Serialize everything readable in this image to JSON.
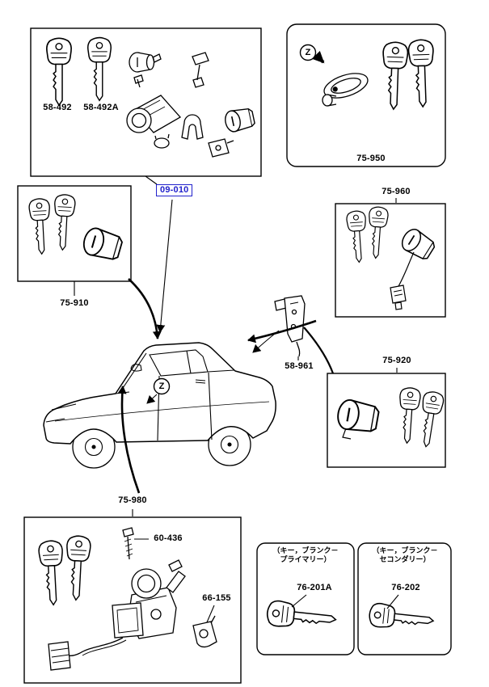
{
  "page": {
    "background": "#ffffff",
    "highlight_color": "#2222cc",
    "line_color": "#000000"
  },
  "z_marker": "Z",
  "sections": {
    "ignition_lock_set": {
      "key_label_1": "58-492",
      "key_label_2": "58-492A",
      "part_no": "09-010"
    },
    "door_key_set": {
      "part_no": "75-950"
    },
    "door_lock_cylinder_left": {
      "part_no": "75-960"
    },
    "door_lock_cylinder_right": {
      "part_no": "75-910"
    },
    "hatch_lock": {
      "part_no": "58-961"
    },
    "trunk_lock_cylinder": {
      "part_no": "75-920"
    },
    "steering_lock": {
      "part_no": "75-980",
      "bolt_part_no": "60-436",
      "switch_part_no": "66-155"
    },
    "key_blank_primary": {
      "caption_line1": "（キー，ブランク－",
      "caption_line2": "プライマリー）",
      "part_no": "76-201A"
    },
    "key_blank_secondary": {
      "caption_line1": "（キー，ブランク－",
      "caption_line2": "セコンダリー）",
      "part_no": "76-202"
    }
  }
}
